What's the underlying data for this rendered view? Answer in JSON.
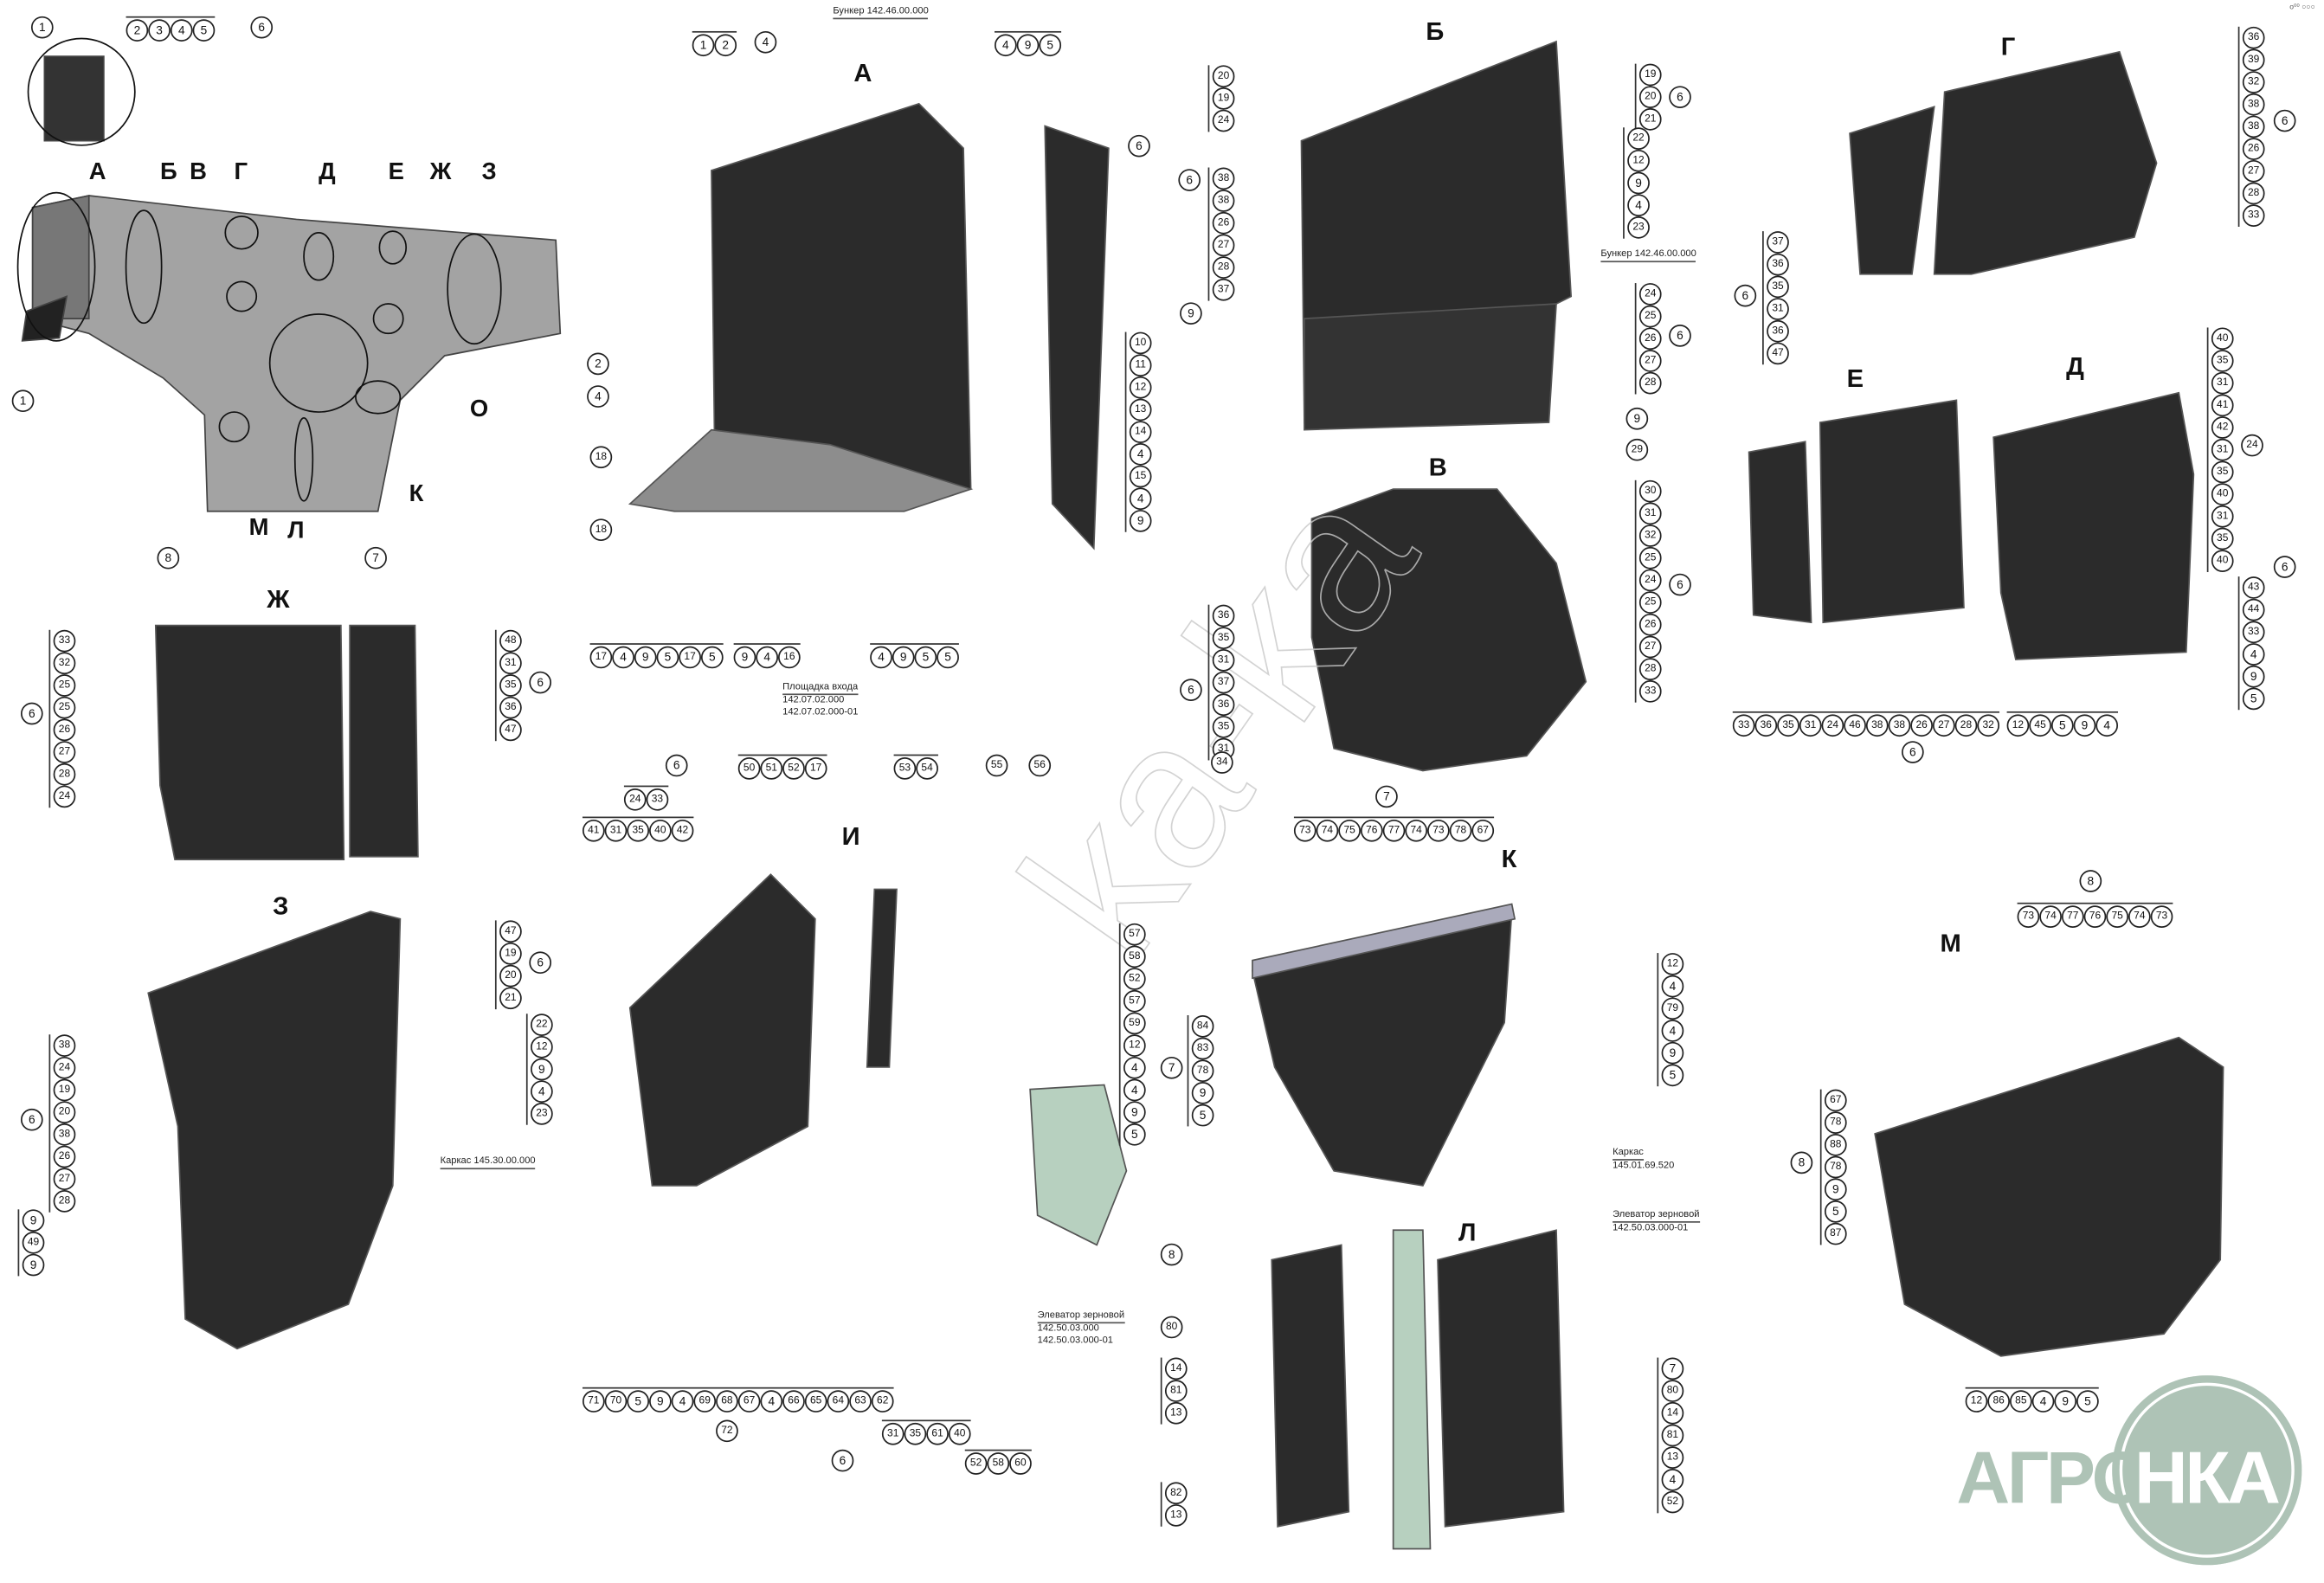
{
  "title": "Exploded assembly drawing – hopper platform panels",
  "sheet_mark": "o⁰⁰ ○○○",
  "overview_letters": [
    "А",
    "Б",
    "В",
    "Г",
    "Д",
    "Е",
    "Ж",
    "З",
    "О",
    "К",
    "М",
    "Л"
  ],
  "view_letters": {
    "A": "А",
    "B": "Б",
    "G": "Г",
    "V": "В",
    "E": "Е",
    "D": "Д",
    "ZH": "Ж",
    "Z": "З",
    "I": "И",
    "K": "К",
    "L": "Л",
    "M": "М"
  },
  "captions": {
    "bunker_a": "Бункер 142.46.00.000",
    "bunker_b": "Бункер 142.46.00.000",
    "platform": [
      "Площадка входа",
      "142.07.02.000",
      "142.07.02.000-01"
    ],
    "frame_z": "Каркас 145.30.00.000",
    "elevator_i": [
      "Элеватор зерновой",
      "142.50.03.000",
      "142.50.03.000-01"
    ],
    "frame_k": [
      "Каркас",
      "145.01.69.520"
    ],
    "elevator_l": [
      "Элеватор зерновой",
      "142.50.03.000-01"
    ]
  },
  "watermark_logo": "АГРОНКА",
  "callout_groups": [
    {
      "view": "overview",
      "numbers": [
        "1"
      ]
    },
    {
      "view": "overview",
      "numbers": [
        "2",
        "3",
        "4",
        "5"
      ]
    },
    {
      "view": "overview",
      "numbers": [
        "6"
      ]
    },
    {
      "view": "overview",
      "numbers": [
        "1"
      ]
    },
    {
      "view": "overview",
      "numbers": [
        "8"
      ]
    },
    {
      "view": "overview",
      "numbers": [
        "7"
      ]
    },
    {
      "view": "А",
      "numbers": [
        "1",
        "2"
      ]
    },
    {
      "view": "А",
      "numbers": [
        "4"
      ]
    },
    {
      "view": "А",
      "numbers": [
        "4",
        "9",
        "5"
      ]
    },
    {
      "view": "А",
      "numbers": [
        "6"
      ]
    },
    {
      "view": "А",
      "numbers": [
        "2"
      ]
    },
    {
      "view": "А",
      "numbers": [
        "4"
      ]
    },
    {
      "view": "А",
      "numbers": [
        "18"
      ]
    },
    {
      "view": "А",
      "numbers": [
        "18"
      ]
    },
    {
      "view": "А",
      "numbers": [
        "10",
        "11",
        "12",
        "13",
        "14",
        "4",
        "15",
        "4",
        "9"
      ]
    },
    {
      "view": "А",
      "numbers": [
        "17",
        "4",
        "9",
        "5",
        "17",
        "5"
      ]
    },
    {
      "view": "А",
      "numbers": [
        "9",
        "4",
        "16"
      ]
    },
    {
      "view": "А",
      "numbers": [
        "4",
        "9",
        "5",
        "5"
      ]
    },
    {
      "view": "Б",
      "numbers": [
        "20",
        "19",
        "24"
      ]
    },
    {
      "view": "Б",
      "numbers": [
        "6"
      ]
    },
    {
      "view": "Б",
      "numbers": [
        "38",
        "38",
        "26",
        "27",
        "28",
        "37"
      ]
    },
    {
      "view": "Б",
      "numbers": [
        "9"
      ]
    },
    {
      "view": "Б",
      "numbers": [
        "19",
        "20",
        "21"
      ]
    },
    {
      "view": "Б",
      "numbers": [
        "6"
      ]
    },
    {
      "view": "Б",
      "numbers": [
        "22",
        "12",
        "9",
        "4",
        "23"
      ]
    },
    {
      "view": "Б",
      "numbers": [
        "24",
        "25",
        "26",
        "27",
        "28"
      ]
    },
    {
      "view": "Б",
      "numbers": [
        "6"
      ]
    },
    {
      "view": "Б",
      "numbers": [
        "9"
      ]
    },
    {
      "view": "Б",
      "numbers": [
        "29"
      ]
    },
    {
      "view": "В",
      "numbers": [
        "30",
        "31",
        "32",
        "25",
        "24",
        "25",
        "26",
        "27",
        "28",
        "33"
      ]
    },
    {
      "view": "В",
      "numbers": [
        "6"
      ]
    },
    {
      "view": "В",
      "numbers": [
        "36",
        "35",
        "31",
        "37",
        "36",
        "35",
        "31"
      ]
    },
    {
      "view": "В",
      "numbers": [
        "6"
      ]
    },
    {
      "view": "В",
      "numbers": [
        "34"
      ]
    },
    {
      "view": "Г",
      "numbers": [
        "36",
        "39",
        "32",
        "38",
        "38",
        "26",
        "27",
        "28",
        "33"
      ]
    },
    {
      "view": "Г",
      "numbers": [
        "6"
      ]
    },
    {
      "view": "Г",
      "numbers": [
        "37",
        "36",
        "35",
        "31",
        "36",
        "47"
      ]
    },
    {
      "view": "Г",
      "numbers": [
        "6"
      ]
    },
    {
      "view": "Д",
      "numbers": [
        "40",
        "35",
        "31",
        "41",
        "42",
        "31",
        "35",
        "40",
        "31",
        "35",
        "40"
      ]
    },
    {
      "view": "Д",
      "numbers": [
        "24"
      ]
    },
    {
      "view": "Д",
      "numbers": [
        "43",
        "44",
        "33",
        "4",
        "9",
        "5"
      ]
    },
    {
      "view": "Д",
      "numbers": [
        "6"
      ]
    },
    {
      "view": "Д",
      "numbers": [
        "12",
        "45",
        "5",
        "9",
        "4"
      ]
    },
    {
      "view": "Е",
      "numbers": [
        "33",
        "36",
        "35",
        "31",
        "24",
        "46",
        "38",
        "38",
        "26",
        "27",
        "28",
        "32"
      ]
    },
    {
      "view": "Е",
      "numbers": [
        "6"
      ]
    },
    {
      "view": "Ж",
      "numbers": [
        "33",
        "32",
        "25",
        "25",
        "26",
        "27",
        "28",
        "24"
      ]
    },
    {
      "view": "Ж",
      "numbers": [
        "6"
      ]
    },
    {
      "view": "Ж",
      "numbers": [
        "48",
        "31",
        "35",
        "36",
        "47"
      ]
    },
    {
      "view": "Ж",
      "numbers": [
        "6"
      ]
    },
    {
      "view": "З",
      "numbers": [
        "47",
        "19",
        "20",
        "21"
      ]
    },
    {
      "view": "З",
      "numbers": [
        "6"
      ]
    },
    {
      "view": "З",
      "numbers": [
        "22",
        "12",
        "9",
        "4",
        "23"
      ]
    },
    {
      "view": "З",
      "numbers": [
        "38",
        "24",
        "19",
        "20",
        "38",
        "26",
        "27",
        "28"
      ]
    },
    {
      "view": "З",
      "numbers": [
        "6"
      ]
    },
    {
      "view": "З",
      "numbers": [
        "9",
        "49",
        "9"
      ]
    },
    {
      "view": "И",
      "numbers": [
        "6"
      ]
    },
    {
      "view": "И",
      "numbers": [
        "24",
        "33"
      ]
    },
    {
      "view": "И",
      "numbers": [
        "41",
        "31",
        "35",
        "40",
        "42"
      ]
    },
    {
      "view": "И",
      "numbers": [
        "50",
        "51",
        "52",
        "17"
      ]
    },
    {
      "view": "И",
      "numbers": [
        "53",
        "54"
      ]
    },
    {
      "view": "И",
      "numbers": [
        "55"
      ]
    },
    {
      "view": "И",
      "numbers": [
        "56"
      ]
    },
    {
      "view": "И",
      "numbers": [
        "57",
        "58",
        "52",
        "57",
        "59",
        "12",
        "4",
        "4",
        "9",
        "5"
      ]
    },
    {
      "view": "И",
      "numbers": [
        "71",
        "70",
        "5",
        "9",
        "4",
        "69",
        "68",
        "67",
        "4",
        "66",
        "65",
        "64",
        "63",
        "62"
      ]
    },
    {
      "view": "И",
      "numbers": [
        "31",
        "35",
        "61",
        "40"
      ]
    },
    {
      "view": "И",
      "numbers": [
        "52",
        "58",
        "60"
      ]
    },
    {
      "view": "И",
      "numbers": [
        "72"
      ]
    },
    {
      "view": "И",
      "numbers": [
        "6"
      ]
    },
    {
      "view": "К",
      "numbers": [
        "7"
      ]
    },
    {
      "view": "К",
      "numbers": [
        "73",
        "74",
        "75",
        "76",
        "77",
        "74",
        "73",
        "78",
        "67"
      ]
    },
    {
      "view": "К",
      "numbers": [
        "84",
        "83",
        "78",
        "9",
        "5"
      ]
    },
    {
      "view": "К",
      "numbers": [
        "7"
      ]
    },
    {
      "view": "К",
      "numbers": [
        "12",
        "4",
        "79",
        "4",
        "9",
        "5"
      ]
    },
    {
      "view": "Л",
      "numbers": [
        "8"
      ]
    },
    {
      "view": "Л",
      "numbers": [
        "80"
      ]
    },
    {
      "view": "Л",
      "numbers": [
        "14",
        "81",
        "13"
      ]
    },
    {
      "view": "Л",
      "numbers": [
        "82",
        "13"
      ]
    },
    {
      "view": "Л",
      "numbers": [
        "7",
        "80",
        "14",
        "81",
        "13",
        "4",
        "52"
      ]
    },
    {
      "view": "М",
      "numbers": [
        "8"
      ]
    },
    {
      "view": "М",
      "numbers": [
        "73",
        "74",
        "77",
        "76",
        "75",
        "74",
        "73"
      ]
    },
    {
      "view": "М",
      "numbers": [
        "67",
        "78",
        "88",
        "78",
        "9",
        "5",
        "87"
      ]
    },
    {
      "view": "М",
      "numbers": [
        "8"
      ]
    },
    {
      "view": "М",
      "numbers": [
        "12",
        "86",
        "85",
        "4",
        "9",
        "5"
      ]
    }
  ],
  "colors": {
    "panel": "#2b2b2b",
    "panel_edge": "#555555",
    "accent_green": "#aec3b6",
    "overview_fill": "#9a9a9a"
  }
}
